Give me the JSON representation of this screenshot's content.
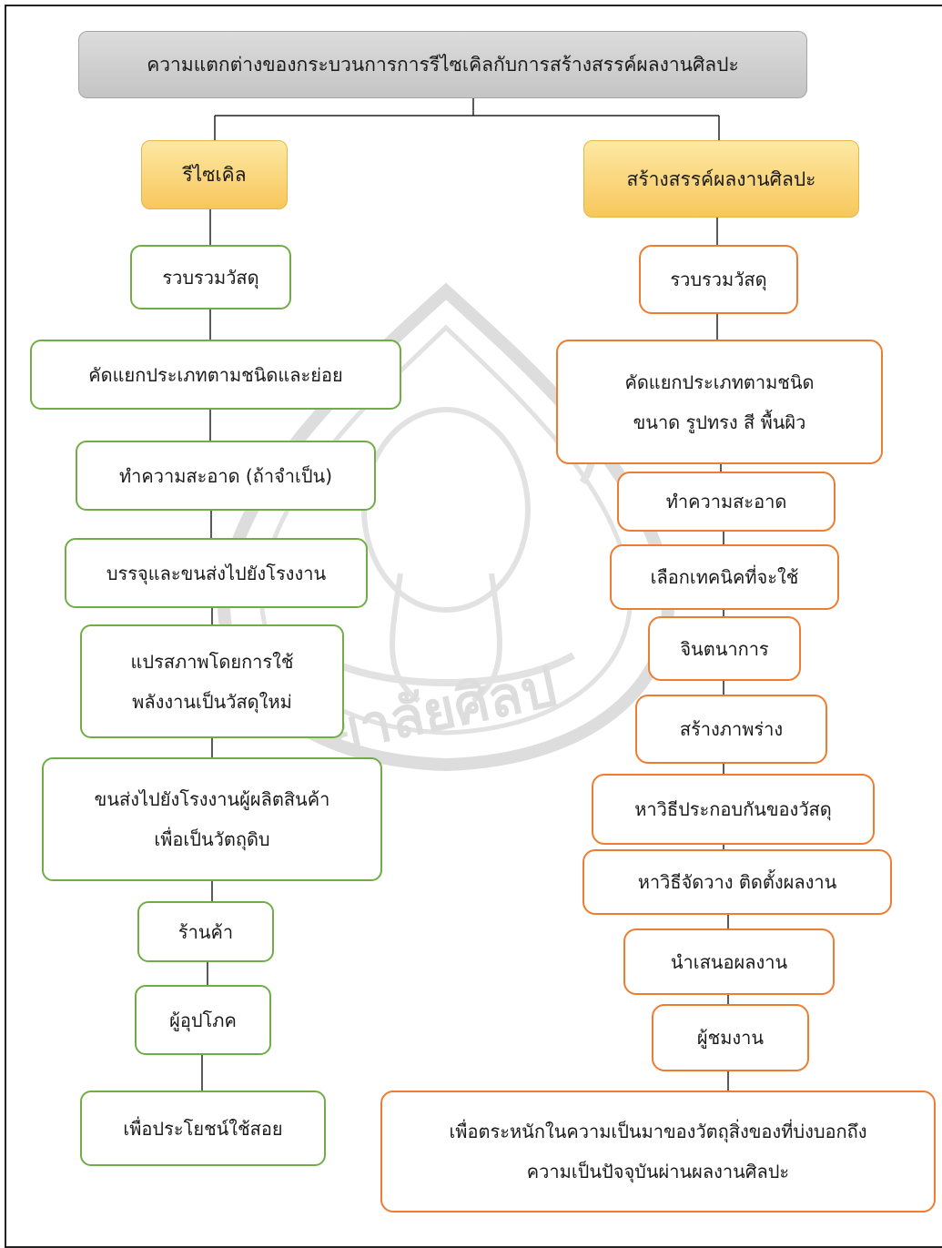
{
  "title": "ความแตกต่างของกระบวนการการรีไซเคิลกับการสร้างสรรค์ผลงานศิลปะ",
  "left": {
    "heading": "รีไซเคิล",
    "steps": [
      "รวบรวมวัสดุ",
      "คัดแยกประเภทตามชนิดและย่อย",
      "ทำความสะอาด (ถ้าจำเป็น)",
      "บรรจุและขนส่งไปยังโรงงาน",
      "แปรสภาพโดยการใช้\nพลังงานเป็นวัสดุใหม่",
      "ขนส่งไปยังโรงงานผู้ผลิตสินค้า\nเพื่อเป็นวัตถุดิบ",
      "ร้านค้า",
      "ผู้อุปโภค",
      "เพื่อประโยชน์ใช้สอย"
    ]
  },
  "right": {
    "heading": "สร้างสรรค์ผลงานศิลปะ",
    "steps": [
      "รวบรวมวัสดุ",
      "คัดแยกประเภทตามชนิด\nขนาด รูปทรง สี พื้นผิว",
      "ทำความสะอาด",
      "เลือกเทคนิคที่จะใช้",
      "จินตนาการ",
      "สร้างภาพร่าง",
      "หาวิธีประกอบกันของวัสดุ",
      "หาวิธีจัดวาง ติดตั้งผลงาน",
      "นำเสนอผลงาน",
      "ผู้ชมงาน",
      "เพื่อตระหนักในความเป็นมาของวัตถุสิ่งของที่บ่งบอกถึง\nความเป็นปัจจุบันผ่านผลงานศิลปะ"
    ]
  },
  "watermark_text": "ยาลัยศิลป",
  "colors": {
    "green_border": "#70ad47",
    "orange_border": "#ed7d31",
    "title_fill": "#d0d0d0",
    "heading_fill": "#fbd36e"
  }
}
